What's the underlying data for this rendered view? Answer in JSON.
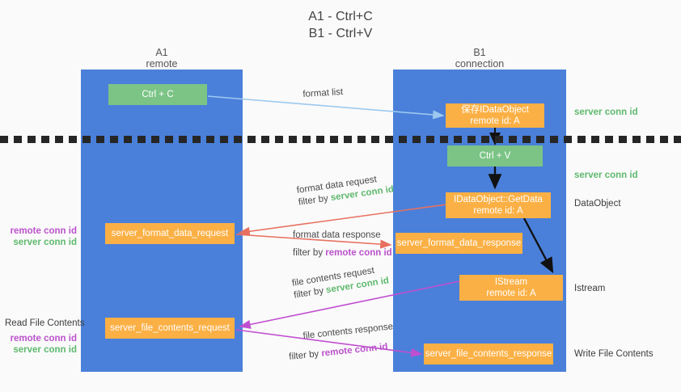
{
  "title": "A1 - Ctrl+C\nB1 - Ctrl+V",
  "colors": {
    "lane": "#4a80da",
    "green_node": "#7bc486",
    "orange_node": "#fbb045",
    "server_conn_id": "#5fb96e",
    "remote_conn_id": "#bb52cc",
    "format_list_arrow": "#9dc9ef",
    "format_data_arrow": "#e8705f",
    "file_contents_arrow": "#c04fd0",
    "internal_arrow": "#111111",
    "dashed_line": "#262626"
  },
  "lanes": [
    {
      "key": "a1",
      "title": "A1",
      "subtitle": "remote"
    },
    {
      "key": "b1",
      "title": "B1",
      "subtitle": "connection"
    }
  ],
  "nodes": {
    "ctrl_c": {
      "line1": "Ctrl + C",
      "line2": ""
    },
    "save_idataobject": {
      "line1": "保存IDataObject",
      "line2": "remote id: A"
    },
    "ctrl_v": {
      "line1": "Ctrl + V",
      "line2": ""
    },
    "idataobject_getdata": {
      "line1": "IDataObject::GetData",
      "line2": "remote id: A"
    },
    "server_format_data_request": {
      "line1": "server_format_data_request",
      "line2": ""
    },
    "server_format_data_response": {
      "line1": "server_format_data_response",
      "line2": ""
    },
    "istream": {
      "line1": "IStream",
      "line2": "remote id: A"
    },
    "server_file_contents_request": {
      "line1": "server_file_contents_request",
      "line2": ""
    },
    "server_file_contents_response": {
      "line1": "server_file_contents_response",
      "line2": ""
    }
  },
  "edge_labels": {
    "format_list": "format list",
    "format_data_request": "format data request",
    "format_data_request_filter_prefix": "filter by ",
    "format_data_request_filter_id": "server conn id",
    "format_data_response": "format data response",
    "format_data_response_filter_prefix": "filter by ",
    "format_data_response_filter_id": "remote conn id",
    "file_contents_request": "file contents request",
    "file_contents_request_filter_prefix": "filter by ",
    "file_contents_request_filter_id": "server conn id",
    "file_contents_response": "file contents response",
    "file_contents_response_filter_prefix": "filter by ",
    "file_contents_response_filter_id": "remote conn id"
  },
  "right_notes": {
    "server_conn_id_top": "server conn id",
    "server_conn_id_mid": "server conn id",
    "dataobject": "DataObject",
    "istream": "Istream",
    "write_file_contents": "Write File Contents"
  },
  "left_notes": {
    "remote_conn_id_upper": "remote conn id",
    "server_conn_id_upper": "server conn id",
    "read_file_contents": "Read File Contents",
    "remote_conn_id_lower": "remote conn id",
    "server_conn_id_lower": "server conn id"
  }
}
